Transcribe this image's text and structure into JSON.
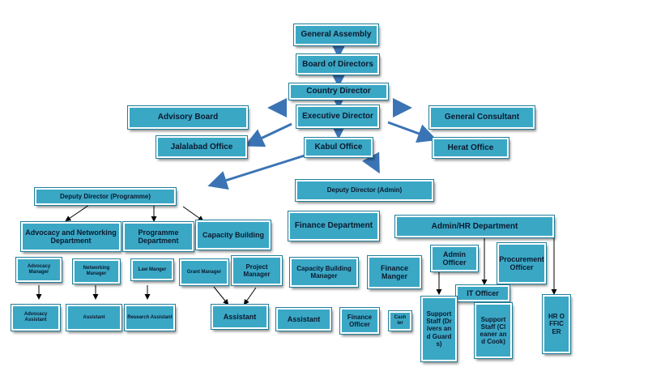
{
  "colors": {
    "box_fill": "#3aa7c5",
    "box_border": "#1f7f9a",
    "arrow": "#3b74b4",
    "text": "#0b1a2e"
  },
  "org": {
    "general_assembly": "General Assembly",
    "board_of_directors": "Board of Directors",
    "country_director": "Country Director",
    "advisory_board": "Advisory Board",
    "executive_director": "Executive Director",
    "general_consultant": "General Consultant",
    "jalalabad_office": "Jalalabad Office",
    "kabul_office": "Kabul Office",
    "herat_office": "Herat Office",
    "deputy_director_programme": "Deputy Director (Programme)",
    "deputy_director_admin": "Deputy Director (Admin)",
    "advocacy_networking_dept": "Advocacy and Networking Department",
    "programme_dept": "Programme Department",
    "capacity_building": "Capacity Building",
    "finance_department": "Finance Department",
    "admin_hr_department": "Admin/HR Department",
    "advocacy_manager": "Advocacy Manager",
    "networking_manager": "Networking Manager",
    "law_manager": "Law Manger",
    "grant_manager": "Grant Manager",
    "project_manager": "Project Manager",
    "capacity_building_manager": "Capacity Building Manager",
    "finance_manager": "Finance Manger",
    "admin_officer": "Admin Officer",
    "procurement_officer": "Procurement Officer",
    "it_officer": "IT Officer",
    "advocacy_assistant": "Advocacy Assistant",
    "assistant_networking": "Assistant",
    "research_assistant": "Research Assistant",
    "assistant_programme": "Assistant",
    "assistant_capacity": "Assistant",
    "finance_officer": "Finance Officer",
    "cashier": "Cashier",
    "support_staff_drivers": "Support Staff (Drivers and Guards)",
    "support_staff_cleaner": "Support Staff (Cleaner and Cook)",
    "hr_officer": "HR OFFICER"
  }
}
